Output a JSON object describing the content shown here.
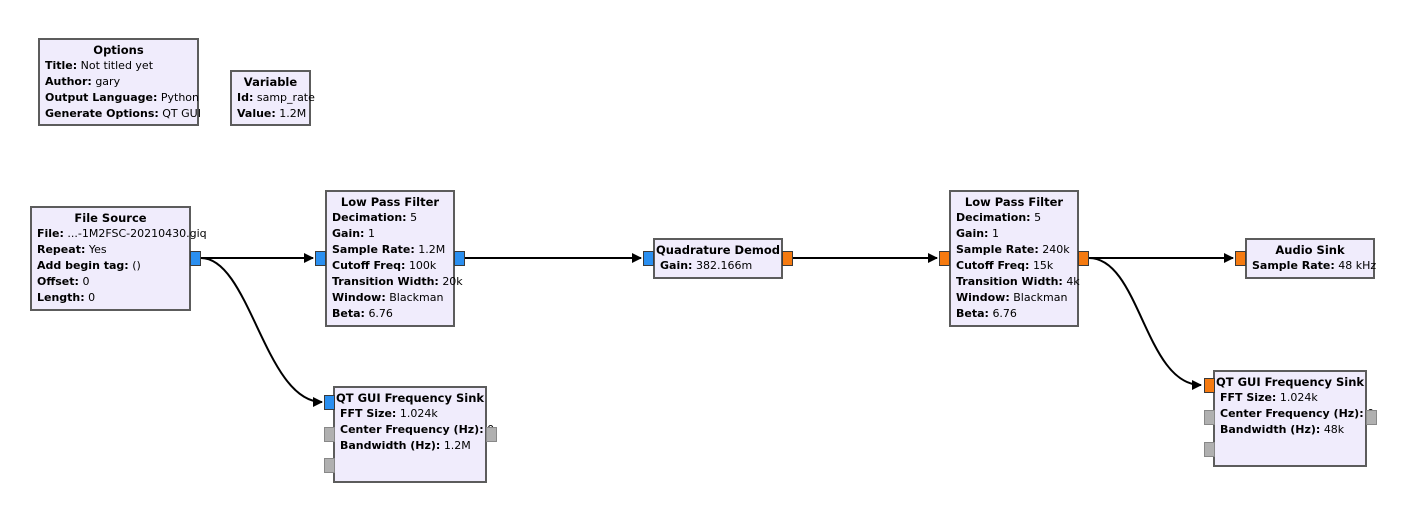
{
  "blocks": {
    "options": {
      "title": "Options",
      "params": [
        {
          "key": "Title:",
          "value": "Not titled yet"
        },
        {
          "key": "Author:",
          "value": "gary"
        },
        {
          "key": "Output Language:",
          "value": "Python"
        },
        {
          "key": "Generate Options:",
          "value": "QT GUI"
        }
      ]
    },
    "variable": {
      "title": "Variable",
      "params": [
        {
          "key": "Id:",
          "value": "samp_rate"
        },
        {
          "key": "Value:",
          "value": "1.2M"
        }
      ]
    },
    "file_source": {
      "title": "File Source",
      "params": [
        {
          "key": "File:",
          "value": "...-1M2FSC-20210430.giq"
        },
        {
          "key": "Repeat:",
          "value": "Yes"
        },
        {
          "key": "Add begin tag:",
          "value": "()"
        },
        {
          "key": "Offset:",
          "value": "0"
        },
        {
          "key": "Length:",
          "value": "0"
        }
      ]
    },
    "lpf1": {
      "title": "Low Pass Filter",
      "params": [
        {
          "key": "Decimation:",
          "value": "5"
        },
        {
          "key": "Gain:",
          "value": "1"
        },
        {
          "key": "Sample Rate:",
          "value": "1.2M"
        },
        {
          "key": "Cutoff Freq:",
          "value": "100k"
        },
        {
          "key": "Transition Width:",
          "value": "20k"
        },
        {
          "key": "Window:",
          "value": "Blackman"
        },
        {
          "key": "Beta:",
          "value": "6.76"
        }
      ]
    },
    "quad_demod": {
      "title": "Quadrature Demod",
      "params": [
        {
          "key": "Gain:",
          "value": "382.166m"
        }
      ]
    },
    "lpf2": {
      "title": "Low Pass Filter",
      "params": [
        {
          "key": "Decimation:",
          "value": "5"
        },
        {
          "key": "Gain:",
          "value": "1"
        },
        {
          "key": "Sample Rate:",
          "value": "240k"
        },
        {
          "key": "Cutoff Freq:",
          "value": "15k"
        },
        {
          "key": "Transition Width:",
          "value": "4k"
        },
        {
          "key": "Window:",
          "value": "Blackman"
        },
        {
          "key": "Beta:",
          "value": "6.76"
        }
      ]
    },
    "audio_sink": {
      "title": "Audio Sink",
      "params": [
        {
          "key": "Sample Rate:",
          "value": "48 kHz"
        }
      ]
    },
    "freq_sink1": {
      "title": "QT GUI Frequency Sink",
      "params": [
        {
          "key": "FFT Size:",
          "value": "1.024k"
        },
        {
          "key": "Center Frequency (Hz):",
          "value": "0"
        },
        {
          "key": "Bandwidth (Hz):",
          "value": "1.2M"
        }
      ]
    },
    "freq_sink2": {
      "title": "QT GUI Frequency Sink",
      "params": [
        {
          "key": "FFT Size:",
          "value": "1.024k"
        },
        {
          "key": "Center Frequency (Hz):",
          "value": "0"
        },
        {
          "key": "Bandwidth (Hz):",
          "value": "48k"
        }
      ]
    }
  },
  "colors": {
    "block_fill": "#f0ecfc",
    "block_border": "#5c5c5c",
    "complex_port": "#2a8ff0",
    "float_port": "#f57a10",
    "message_port": "#b0b0b0",
    "connection": "#000000"
  }
}
